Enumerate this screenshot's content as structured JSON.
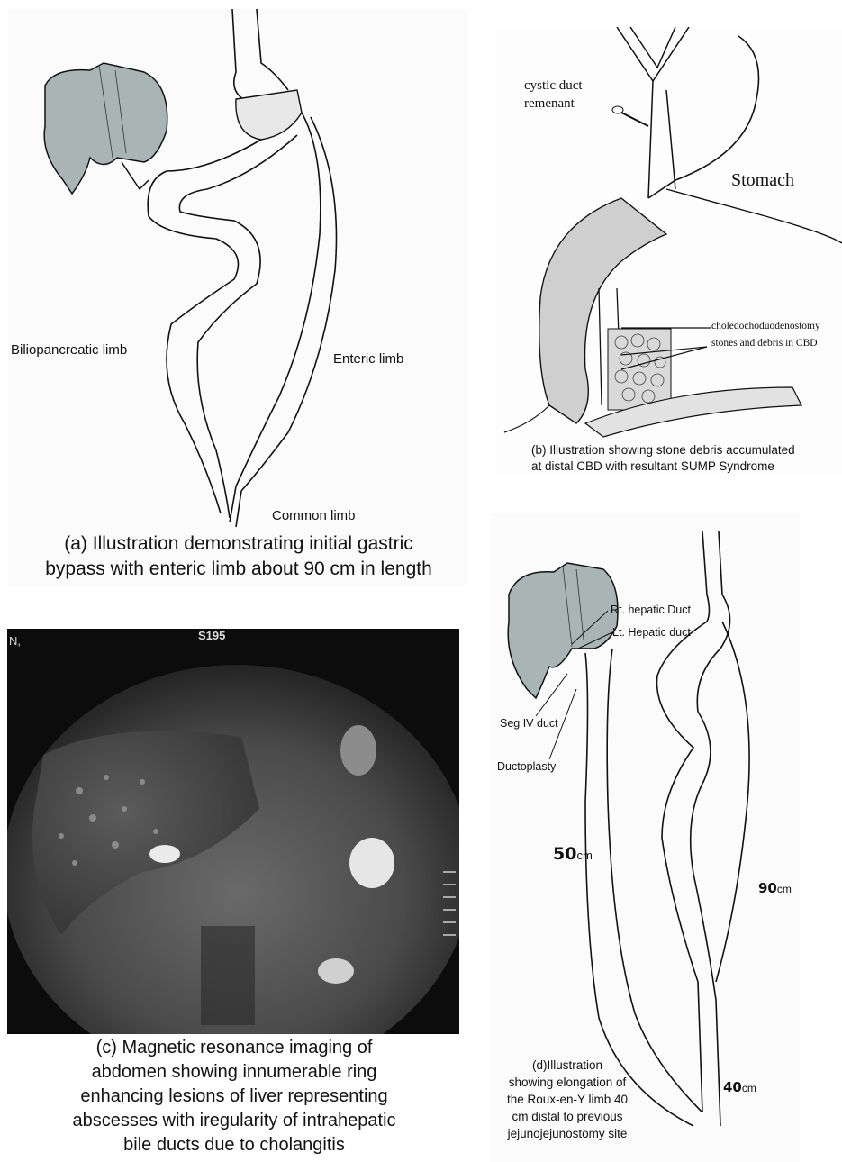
{
  "panel_a": {
    "label_biliopancreatic": "Biliopancreatic  limb",
    "label_enteric": "Enteric  limb",
    "label_common": "Common  limb",
    "caption_line1": "(a) Illustration demonstrating initial  gastric",
    "caption_line2": "bypass with enteric  limb about 90 cm  in length"
  },
  "panel_b": {
    "label_cystic_line1": "cystic duct",
    "label_cystic_line2": "remenant",
    "label_stomach": "Stomach",
    "label_choledocho": "choledochoduodenostomy",
    "label_stones": "stones and debris in CBD",
    "caption_line1": "(b) Illustration  showing  stone  debris  accumulated",
    "caption_line2": "at distal CBD with  resultant SUMP Syndrome"
  },
  "panel_c": {
    "mri_marker": "S195",
    "mri_corner": "N,",
    "caption_line1": "(c) Magnetic  resonance  imaging of",
    "caption_line2": "abdomen  showing  innumerable ring",
    "caption_line3": "enhancing  lesions of liver representing",
    "caption_line4": "abscesses  with iregularity  of intrahepatic",
    "caption_line5": "bile ducts  due to  cholangitis"
  },
  "panel_d": {
    "label_rt_hepatic": "Rt. hepatic  Duct",
    "label_lt_hepatic": "Lt. Hepatic  duct",
    "label_seg_iv": "Seg IV duct",
    "label_ductoplasty": "Ductoplasty",
    "len_50_num": "50",
    "len_50_unit": "cm",
    "len_90_num": "90",
    "len_90_unit": "cm",
    "len_40_num": "40",
    "len_40_unit": "cm",
    "caption_line1": "(d)Illustration",
    "caption_line2": "showing elongation of",
    "caption_line3": "the  Roux-en-Y limb 40",
    "caption_line4": "cm  distal to previous",
    "caption_line5": "jejunojejunostomy  site"
  },
  "colors": {
    "liver_fill": "#a9b4b5",
    "shade": "#c8c8c8",
    "ink": "#111111"
  }
}
